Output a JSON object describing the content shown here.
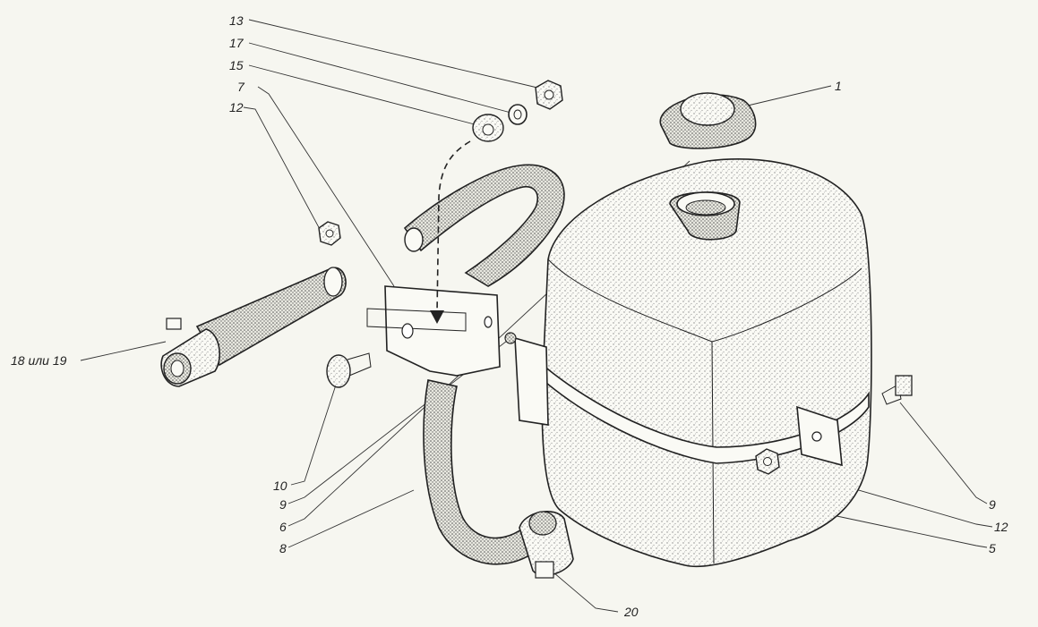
{
  "colors": {
    "background": "#f6f6f0",
    "ink": "#222222",
    "stipple": "#9a9a9a"
  },
  "callouts": {
    "c13": "13",
    "c17": "17",
    "c15": "15",
    "c7": "7",
    "c12a": "12",
    "c1": "1",
    "c18": "18 или 19",
    "c10": "10",
    "c9a": "9",
    "c6": "6",
    "c8": "8",
    "c20": "20",
    "c9b": "9",
    "c12b": "12",
    "c5": "5"
  }
}
